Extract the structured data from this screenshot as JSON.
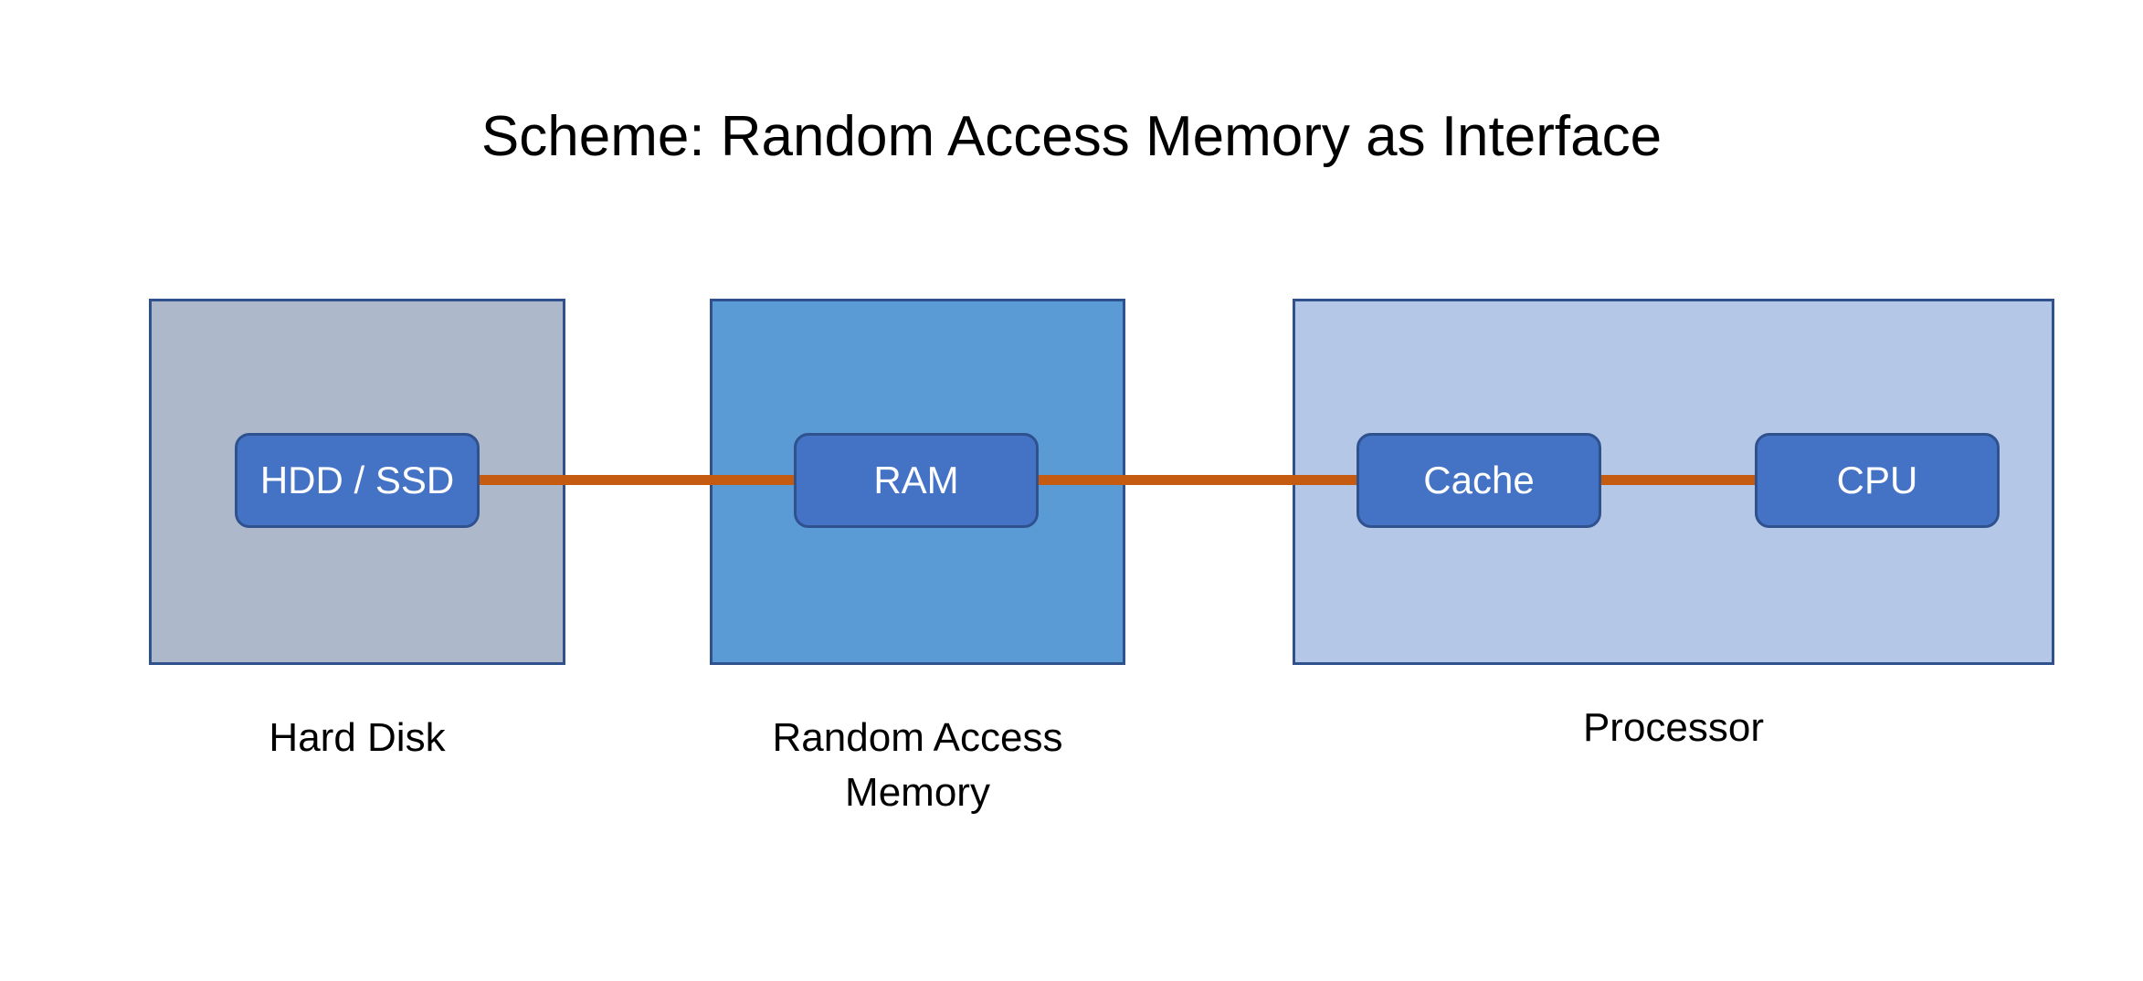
{
  "title": "Scheme: Random Access Memory as Interface",
  "colors": {
    "hard_disk_box": "#adb9ca",
    "ram_box": "#5b9bd5",
    "processor_box": "#b4c7e7",
    "node_fill": "#4472c4",
    "border": "#2f528f",
    "connector": "#c55a11"
  },
  "groups": [
    {
      "id": "hard-disk",
      "caption": "Hard Disk"
    },
    {
      "id": "ram",
      "caption": "Random Access\nMemory"
    },
    {
      "id": "processor",
      "caption": "Processor"
    }
  ],
  "nodes": [
    {
      "id": "hdd",
      "label": "HDD / SSD",
      "group": "hard-disk"
    },
    {
      "id": "ram",
      "label": "RAM",
      "group": "ram"
    },
    {
      "id": "cache",
      "label": "Cache",
      "group": "processor"
    },
    {
      "id": "cpu",
      "label": "CPU",
      "group": "processor"
    }
  ],
  "edges": [
    {
      "from": "hdd",
      "to": "ram"
    },
    {
      "from": "ram",
      "to": "cache"
    },
    {
      "from": "cache",
      "to": "cpu"
    }
  ]
}
